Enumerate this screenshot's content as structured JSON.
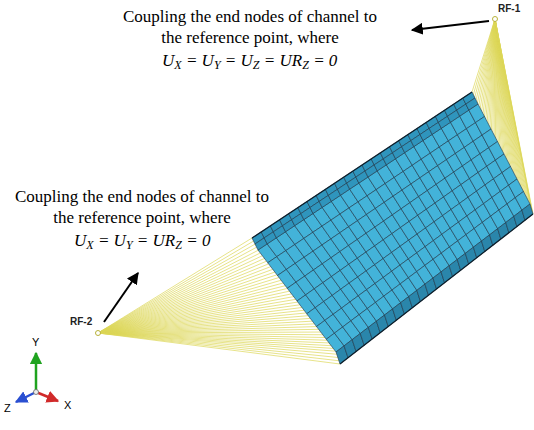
{
  "diagram": {
    "labels": [
      "Coupling the end nodes of channel to the reference point, where",
      "UX = UY = UZ = URZ = 0",
      "Coupling the end nodes of channel to the reference point, where",
      "UX = UY = URZ = 0",
      "RF-1",
      "RF-2",
      "Y",
      "Z",
      "X"
    ]
  }
}
